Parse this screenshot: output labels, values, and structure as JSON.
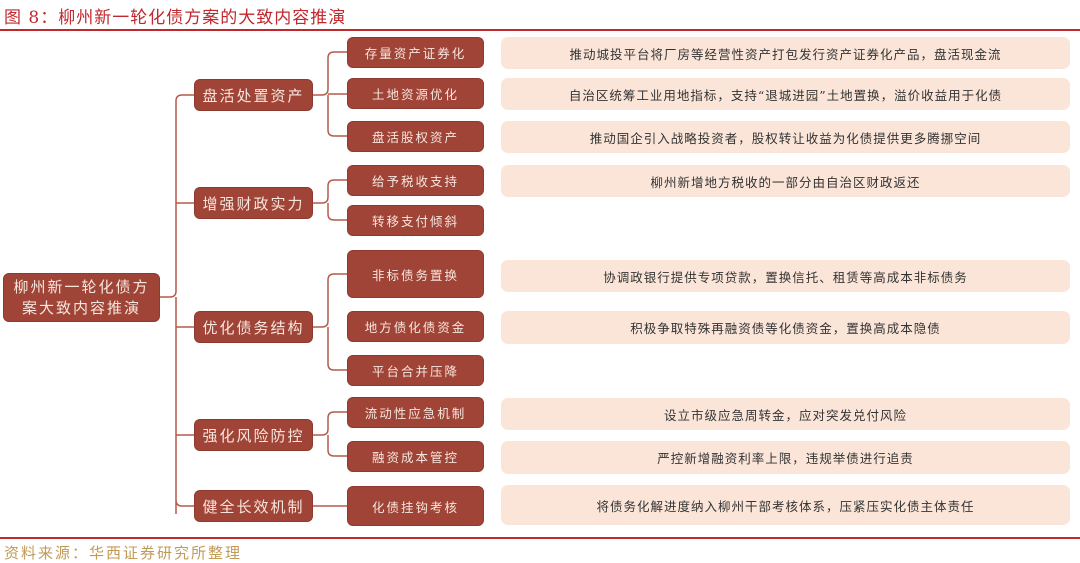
{
  "figure": {
    "title": "图 8：柳州新一轮化债方案的大致内容推演",
    "source": "资料来源：华西证券研究所整理"
  },
  "root": {
    "label": "柳州新一轮化债方案大致内容推演"
  },
  "branches": [
    {
      "label": "盘活处置资产",
      "items": [
        {
          "label": "存量资产证券化",
          "detail": "推动城投平台将厂房等经营性资产打包发行资产证券化产品，盘活现金流"
        },
        {
          "label": "土地资源优化",
          "detail": "自治区统筹工业用地指标，支持“退城进园”土地置换，溢价收益用于化债"
        },
        {
          "label": "盘活股权资产",
          "detail": "推动国企引入战略投资者，股权转让收益为化债提供更多腾挪空间"
        }
      ]
    },
    {
      "label": "增强财政实力",
      "items": [
        {
          "label": "给予税收支持",
          "detail": "柳州新增地方税收的一部分由自治区财政返还"
        },
        {
          "label": "转移支付倾斜",
          "detail": ""
        }
      ]
    },
    {
      "label": "优化债务结构",
      "items": [
        {
          "label": "非标债务置换",
          "detail": "协调政银行提供专项贷款，置换信托、租赁等高成本非标债务"
        },
        {
          "label": "地方债化债资金",
          "detail": "积极争取特殊再融资债等化债资金，置换高成本隐债"
        },
        {
          "label": "平台合并压降",
          "detail": ""
        }
      ]
    },
    {
      "label": "强化风险防控",
      "items": [
        {
          "label": "流动性应急机制",
          "detail": "设立市级应急周转金，应对突发兑付风险"
        },
        {
          "label": "融资成本管控",
          "detail": "严控新增融资利率上限，违规举债进行追责"
        }
      ]
    },
    {
      "label": "健全长效机制",
      "items": [
        {
          "label": "化债挂钩考核",
          "detail": "将债务化解进度纳入柳州干部考核体系，压紧压实化债主体责任"
        }
      ]
    }
  ],
  "colors": {
    "accent_red": "#c0282e",
    "node_fill": "#a14438",
    "detail_fill": "#fbe5d8",
    "connector": "#b55a4c",
    "source_text": "#c19a56"
  }
}
